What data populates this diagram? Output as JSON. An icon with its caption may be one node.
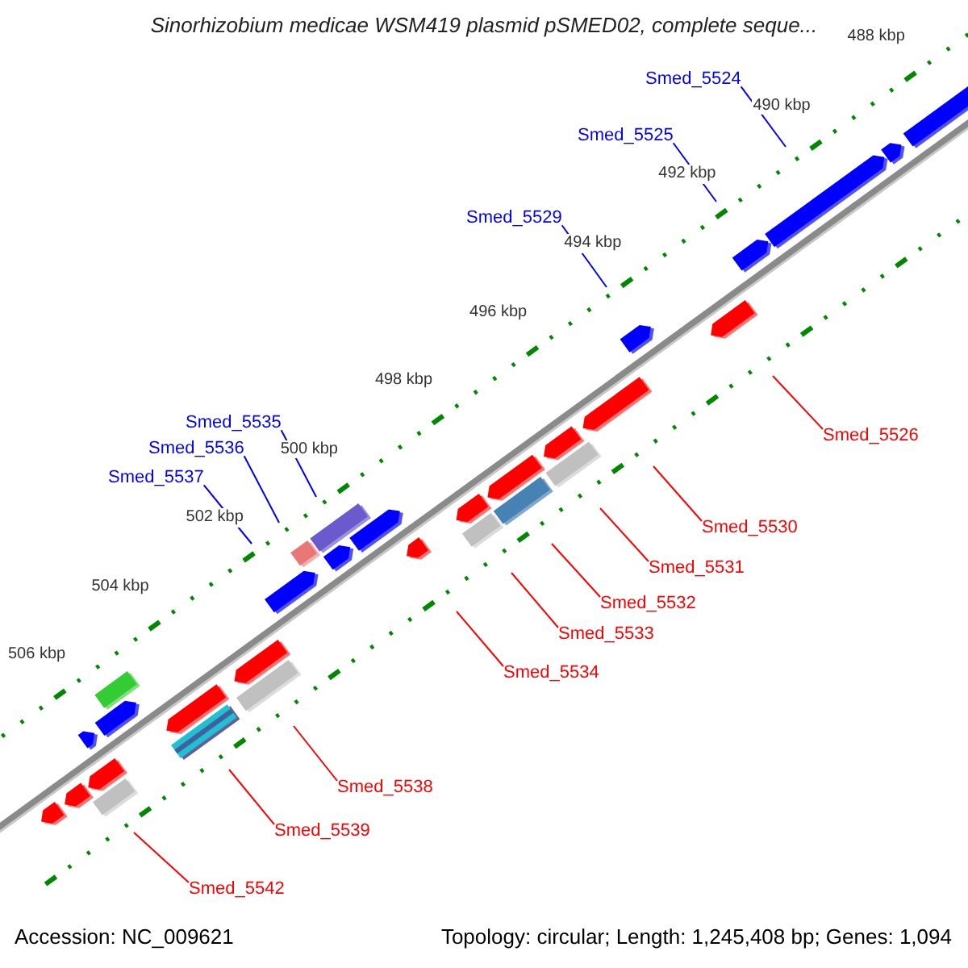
{
  "diagram": {
    "title": "Sinorhizobium medicae WSM419 plasmid pSMED02, complete seque...",
    "nodes": [
      {
        "text": [
          "Smed_5524"
        ]
      },
      {
        "text": [
          "Smed_5525"
        ]
      },
      {
        "text": [
          "Smed_5529"
        ]
      },
      {
        "text": [
          "Smed_5535"
        ]
      },
      {
        "text": [
          "Smed_5536"
        ]
      },
      {
        "text": [
          "Smed_5537"
        ]
      },
      {
        "text": [
          "Smed_5526"
        ]
      },
      {
        "text": [
          "Smed_5530"
        ]
      },
      {
        "text": [
          "Smed_5531"
        ]
      },
      {
        "text": [
          "Smed_5532"
        ]
      },
      {
        "text": [
          "Smed_5533"
        ]
      },
      {
        "text": [
          "Smed_5534"
        ]
      },
      {
        "text": [
          "Smed_5538"
        ]
      },
      {
        "text": [
          "Smed_5539"
        ]
      },
      {
        "text": [
          "Smed_5542"
        ]
      }
    ],
    "edges": [
      {
        "from": 0,
        "to": null,
        "arrow": "none",
        "color": "#0000ff"
      },
      {
        "from": 1,
        "to": null,
        "arrow": "none",
        "color": "#0000ff"
      },
      {
        "from": 2,
        "to": null,
        "arrow": "none",
        "color": "#0000ff"
      },
      {
        "from": 3,
        "to": null,
        "arrow": "none",
        "color": "#0000ff"
      },
      {
        "from": 4,
        "to": null,
        "arrow": "none",
        "color": "#0000ff"
      },
      {
        "from": 5,
        "to": null,
        "arrow": "none",
        "color": "#0000ff"
      },
      {
        "from": 6,
        "to": null,
        "arrow": "none"
      },
      {
        "from": 7,
        "to": null,
        "arrow": "none"
      },
      {
        "from": 8,
        "to": null,
        "arrow": "none"
      },
      {
        "from": 9,
        "to": null,
        "arrow": "none"
      },
      {
        "from": 10,
        "to": null,
        "arrow": "none"
      },
      {
        "from": 11,
        "to": null,
        "arrow": "none"
      },
      {
        "from": 12,
        "to": null,
        "arrow": "none"
      },
      {
        "from": 13,
        "to": null,
        "arrow": "none"
      },
      {
        "from": 14,
        "to": null,
        "arrow": "none"
      }
    ],
    "labels": [
      "488 kbp",
      "490 kbp",
      "492 kbp",
      "494 kbp",
      "496 kbp",
      "498 kbp",
      "500 kbp",
      "502 kbp",
      "504 kbp",
      "506 kbp",
      "Accession: NC_009621",
      "Topology: circular; Length: 1,245,408 bp; Genes: 1,094"
    ]
  }
}
